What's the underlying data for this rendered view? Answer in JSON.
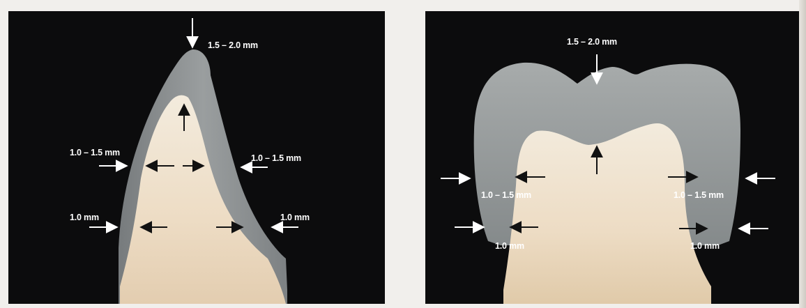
{
  "figure": {
    "left_panel": {
      "labels": {
        "incisal": "1.5 – 2.0 mm",
        "labial_mid": "1.0 – 1.5 mm",
        "lingual_mid": "1.0 – 1.5 mm",
        "labial_cervical": "1.0 mm",
        "lingual_cervical": "1.0 mm"
      }
    },
    "right_panel": {
      "labels": {
        "occlusal": "1.5 – 2.0 mm",
        "left_axial": "1.0 – 1.5 mm",
        "right_axial": "1.0 – 1.5 mm",
        "left_cervical": "1.0 mm",
        "right_cervical": "1.0 mm"
      }
    },
    "colors": {
      "background": "#0c0c0d",
      "crown": "#8e9293",
      "tooth": "#ecdcc4",
      "label": "#ffffff"
    }
  }
}
